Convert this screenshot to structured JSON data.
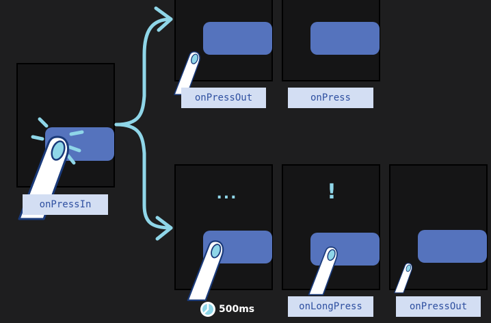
{
  "labels": {
    "press_in": "onPressIn",
    "press_out_top": "onPressOut",
    "press": "onPress",
    "long_press": "onLongPress",
    "press_out_bottom": "onPressOut"
  },
  "timer": "500ms",
  "symbols": {
    "waiting": "...",
    "alert": "!"
  },
  "colors": {
    "background": "#1e1e1f",
    "panel": "#151516",
    "button": "#5573bd",
    "accent": "#8fd6e8",
    "label_bg": "#d3def3",
    "label_text": "#2e4fa0"
  }
}
